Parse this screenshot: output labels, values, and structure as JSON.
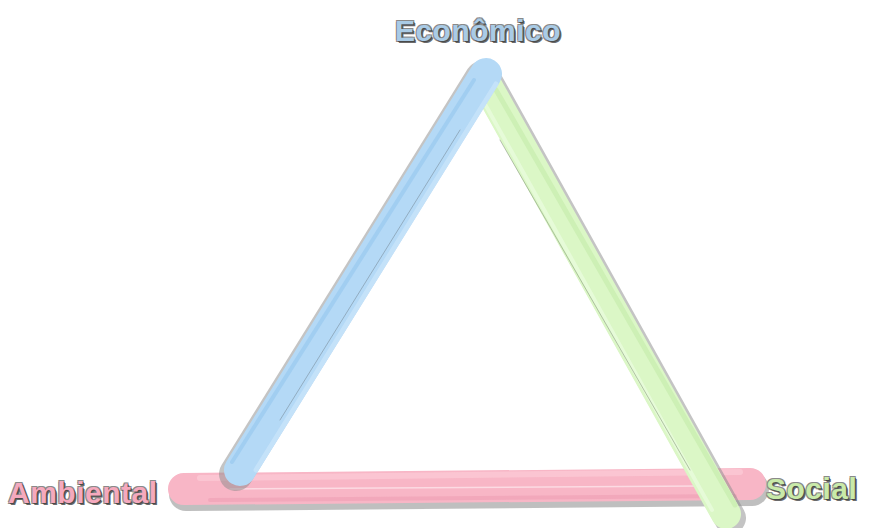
{
  "diagram": {
    "labels": [
      "Econômico",
      "Ambiental",
      "Social"
    ]
  }
}
